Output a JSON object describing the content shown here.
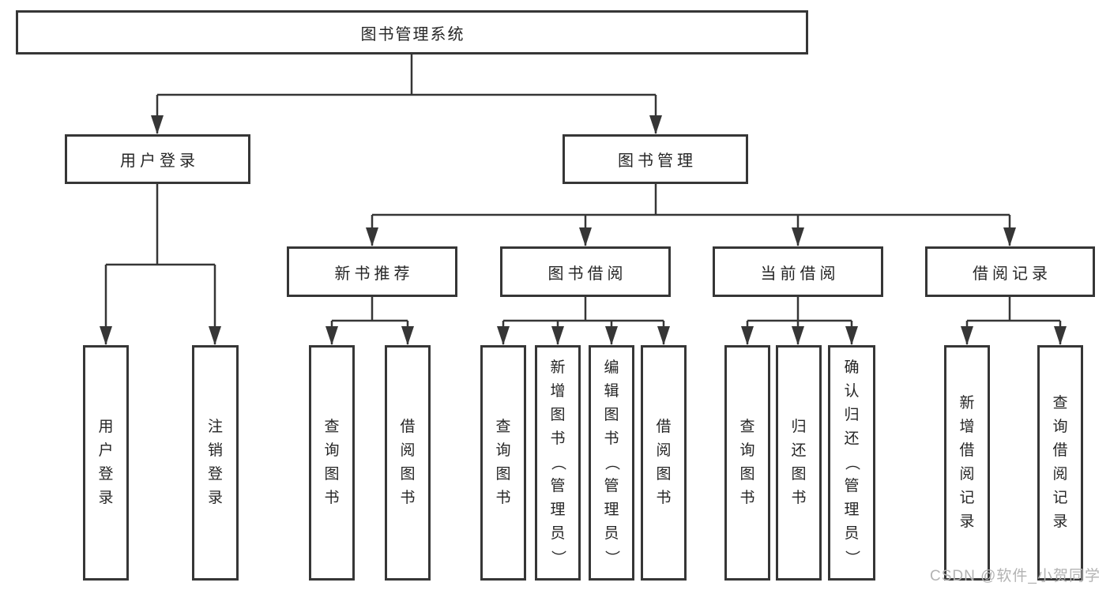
{
  "tree": {
    "label": "图书管理系统",
    "children": [
      {
        "label": "用户登录",
        "children": [
          {
            "label": "用户登录"
          },
          {
            "label": "注销登录"
          }
        ]
      },
      {
        "label": "图书管理",
        "children": [
          {
            "label": "新书推荐",
            "children": [
              {
                "label": "查询图书"
              },
              {
                "label": "借阅图书"
              }
            ]
          },
          {
            "label": "图书借阅",
            "children": [
              {
                "label": "查询图书"
              },
              {
                "label": "新增图书（管理员）"
              },
              {
                "label": "编辑图书（管理员）"
              },
              {
                "label": "借阅图书"
              }
            ]
          },
          {
            "label": "当前借阅",
            "children": [
              {
                "label": "查询图书"
              },
              {
                "label": "归还图书"
              },
              {
                "label": "确认归还（管理员）"
              }
            ]
          },
          {
            "label": "借阅记录",
            "children": [
              {
                "label": "新增借阅记录"
              },
              {
                "label": "查询借阅记录"
              }
            ]
          }
        ]
      }
    ]
  },
  "watermark": "CSDN @软件_小贺同学",
  "colors": {
    "line": "#363636",
    "text": "#262626",
    "watermark": "#b3b3b3",
    "background": "#ffffff"
  }
}
